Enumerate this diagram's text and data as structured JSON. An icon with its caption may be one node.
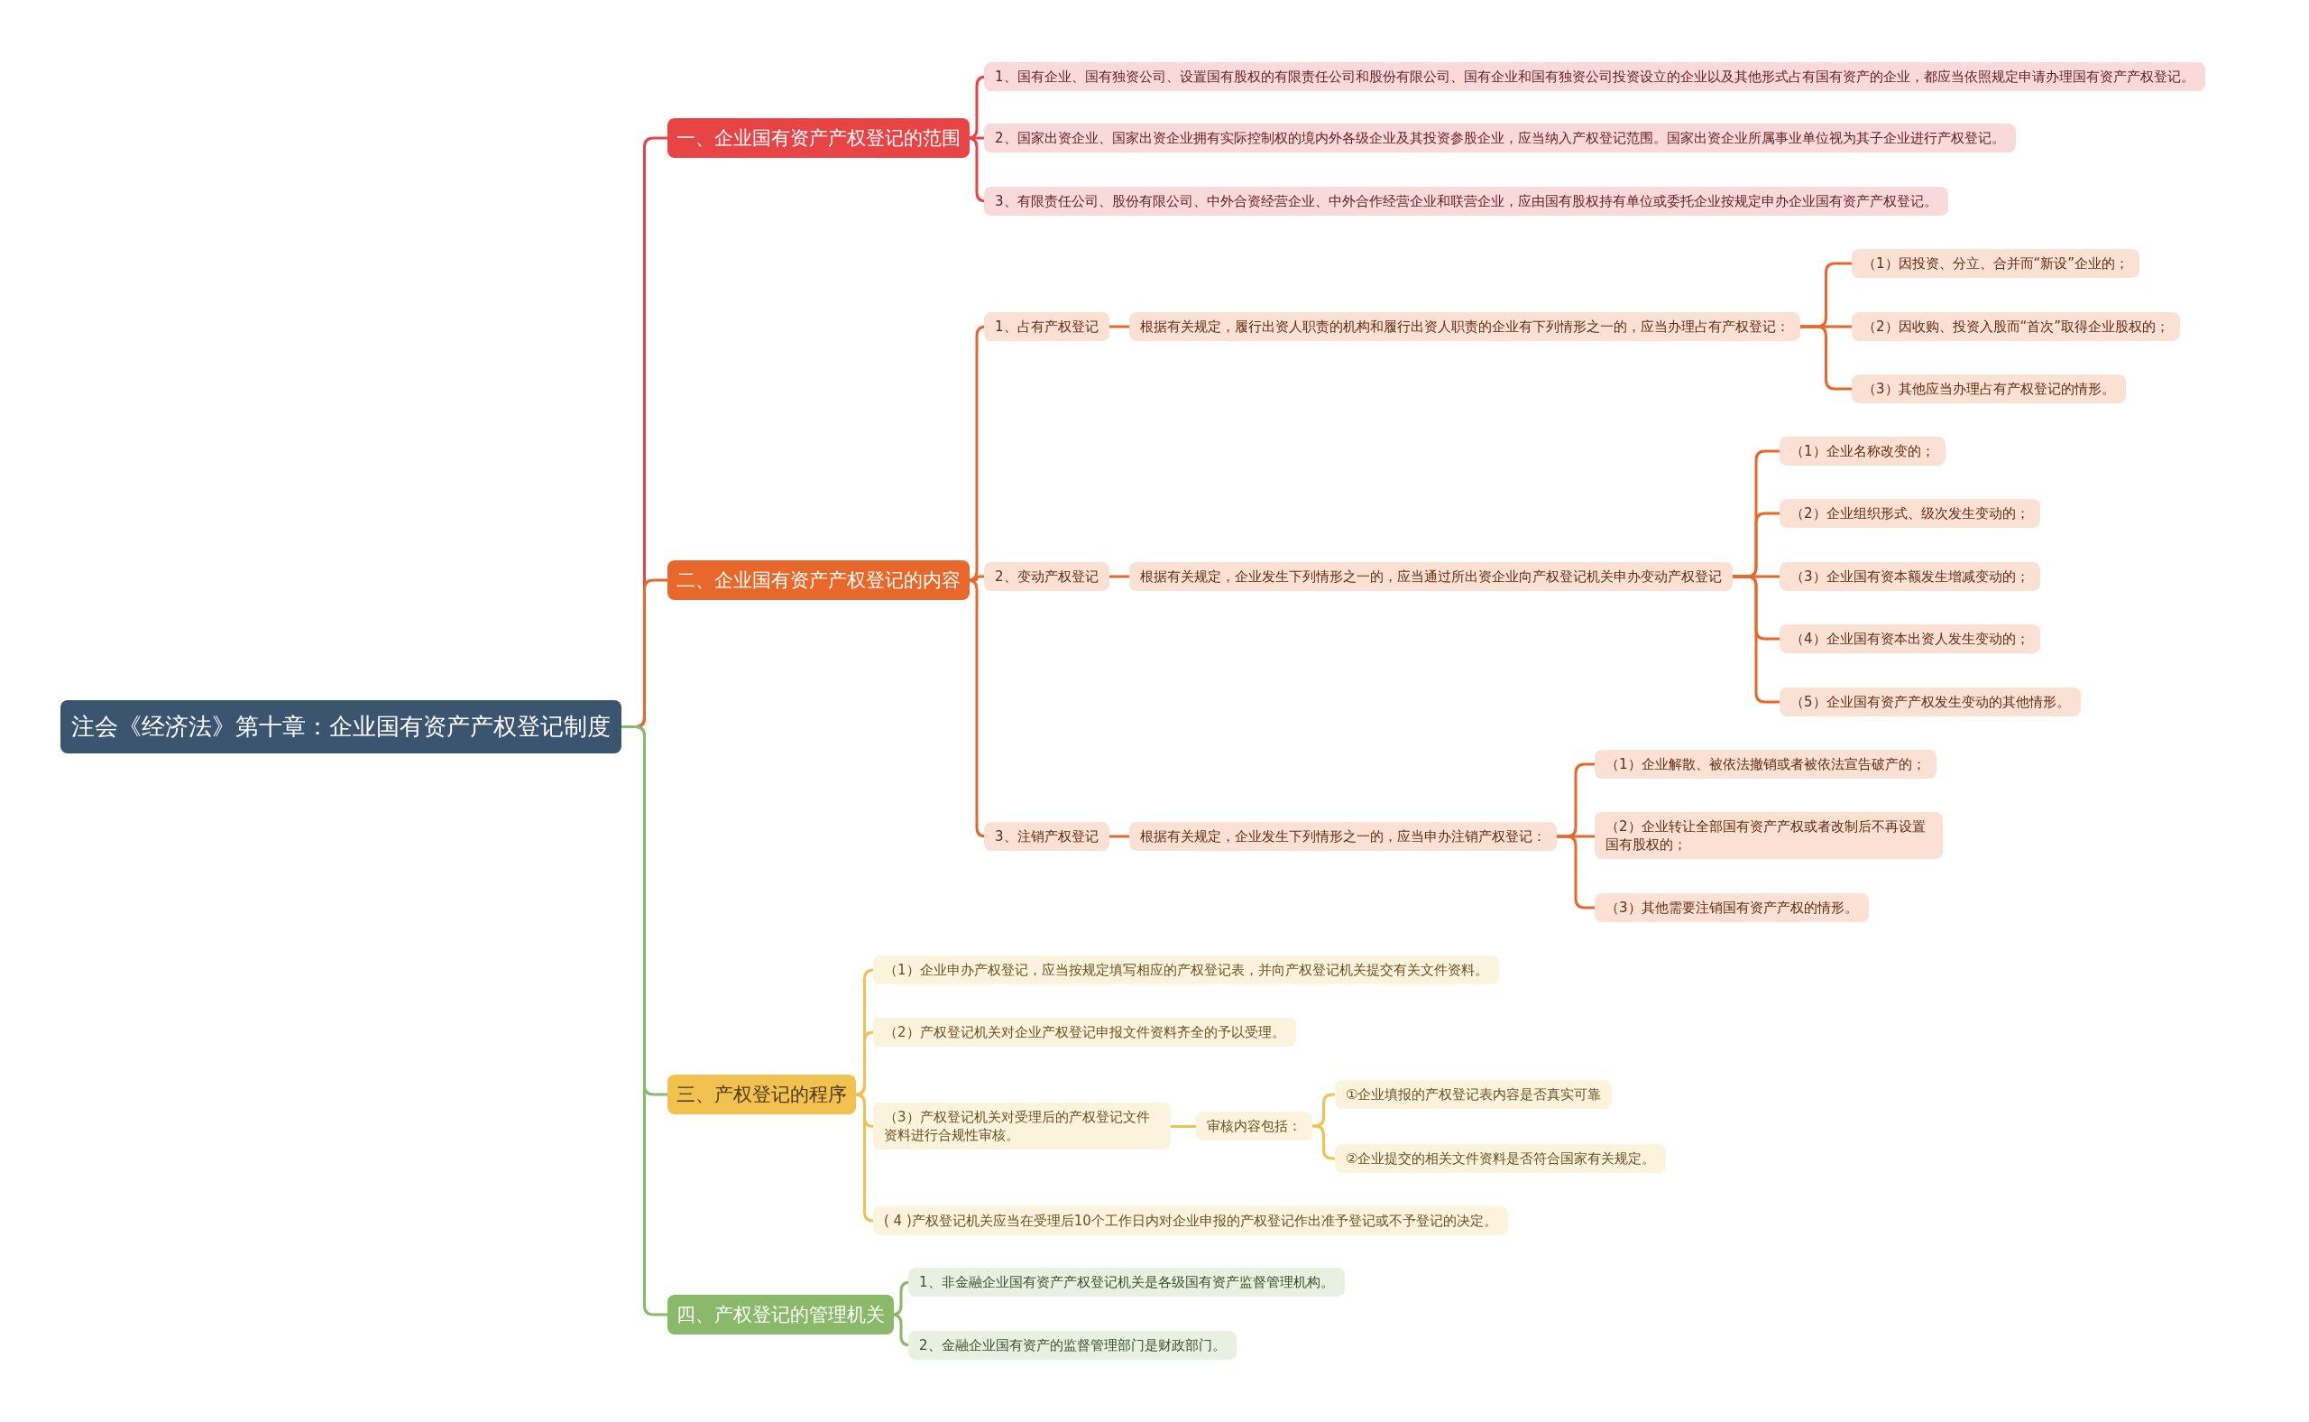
{
  "diagram": {
    "nodes": [
      {
        "text": [
          "注会《经济法》第十章：企业国有资产产权登记制度"
        ]
      },
      {
        "text": [
          "一、企业国有资产产权登记的范围"
        ]
      },
      {
        "text": [
          "1、国有企业、国有独资公司、设置国有股权的有限责任公司和股份有限公司、国有企业和国有独资公司投资设立的企业以及其他形式占有国有资产的企业，都应当依照规定申请办理国有资产产权登记。"
        ]
      },
      {
        "text": [
          "2、国家出资企业、国家出资企业拥有实际控制权的境内外各级企业及其投资参股企业，应当纳入产权登记范围。国家出资企业所属事业单位视为其子企业进行产权登记。"
        ]
      },
      {
        "text": [
          "3、有限责任公司、股份有限公司、中外合资经营企业、中外合作经营企业和联营企业，应由国有股权持有单位或委托企业按规定申办企业国有资产产权登记。"
        ]
      },
      {
        "text": [
          "二、企业国有资产产权登记的内容"
        ]
      },
      {
        "text": [
          "1、占有产权登记"
        ]
      },
      {
        "text": [
          "根据有关规定，履行出资人职责的机构和履行出资人职责的企业有下列情形之一的，应当办理占有产权登记："
        ]
      },
      {
        "text": [
          "（1）因投资、分立、合并而“新设”企业的；"
        ]
      },
      {
        "text": [
          "（2）因收购、投资入股而“首次”取得企业股权的；"
        ]
      },
      {
        "text": [
          "（3）其他应当办理占有产权登记的情形。"
        ]
      },
      {
        "text": [
          "2、变动产权登记"
        ]
      },
      {
        "text": [
          "根据有关规定，企业发生下列情形之一的，应当通过所出资企业向产权登记机关申办变动产权登记"
        ]
      },
      {
        "text": [
          "（1）企业名称改变的；"
        ]
      },
      {
        "text": [
          "（2）企业组织形式、级次发生变动的；"
        ]
      },
      {
        "text": [
          "（3）企业国有资本额发生增减变动的；"
        ]
      },
      {
        "text": [
          "（4）企业国有资本出资人发生变动的；"
        ]
      },
      {
        "text": [
          "（5）企业国有资产产权发生变动的其他情形。"
        ]
      },
      {
        "text": [
          "3、注销产权登记"
        ]
      },
      {
        "text": [
          "根据有关规定，企业发生下列情形之一的，应当申办注销产权登记："
        ]
      },
      {
        "text": [
          "（1）企业解散、被依法撤销或者被依法宣告破产的；"
        ]
      },
      {
        "text": [
          "（2）企业转让全部国有资产产权或者改制后不再设置国有股权的；"
        ]
      },
      {
        "text": [
          "（3）其他需要注销国有资产产权的情形。"
        ]
      },
      {
        "text": [
          "三、产权登记的程序"
        ]
      },
      {
        "text": [
          "（1）企业申办产权登记，应当按规定填写相应的产权登记表，并向产权登记机关提交有关文件资料。"
        ]
      },
      {
        "text": [
          "（2）产权登记机关对企业产权登记申报文件资料齐全的予以受理。"
        ]
      },
      {
        "text": [
          "（3）产权登记机关对受理后的产权登记文件资料进行合规性审核。"
        ]
      },
      {
        "text": [
          "审核内容包括："
        ]
      },
      {
        "text": [
          "①企业填报的产权登记表内容是否真实可靠"
        ]
      },
      {
        "text": [
          "②企业提交的相关文件资料是否符合国家有关规定。"
        ]
      },
      {
        "text": [
          "( 4 )产权登记机关应当在受理后10个工作日内对企业申报的产权登记作出准予登记或不予登记的决定。"
        ]
      },
      {
        "text": [
          "四、产权登记的管理机关"
        ]
      },
      {
        "text": [
          "1、非金融企业国有资产产权登记机关是各级国有资产监督管理机构。"
        ]
      },
      {
        "text": [
          "2、金融企业国有资产的监督管理部门是财政部门。"
        ]
      }
    ],
    "edges": [
      {
        "from": 0,
        "to": 1,
        "arrow": "none",
        "color": "#e84345"
      },
      {
        "from": 1,
        "to": 2,
        "arrow": "none",
        "color": "#e84345"
      },
      {
        "from": 1,
        "to": 3,
        "arrow": "none",
        "color": "#e84345"
      },
      {
        "from": 1,
        "to": 4,
        "arrow": "none",
        "color": "#e84345"
      },
      {
        "from": 0,
        "to": 5,
        "arrow": "none"
      },
      {
        "from": 5,
        "to": 6,
        "arrow": "none"
      },
      {
        "from": 6,
        "to": 7,
        "arrow": "none"
      },
      {
        "from": 7,
        "to": 8,
        "arrow": "none"
      },
      {
        "from": 7,
        "to": 9,
        "arrow": "none"
      },
      {
        "from": 7,
        "to": 10,
        "arrow": "none"
      },
      {
        "from": 5,
        "to": 11,
        "arrow": "none"
      },
      {
        "from": 11,
        "to": 12,
        "arrow": "none"
      },
      {
        "from": 12,
        "to": 13,
        "arrow": "none"
      },
      {
        "from": 12,
        "to": 14,
        "arrow": "none"
      },
      {
        "from": 12,
        "to": 15,
        "arrow": "none"
      },
      {
        "from": 12,
        "to": 16,
        "arrow": "none"
      },
      {
        "from": 12,
        "to": 17,
        "arrow": "none"
      },
      {
        "from": 5,
        "to": 18,
        "arrow": "none"
      },
      {
        "from": 18,
        "to": 19,
        "arrow": "none"
      },
      {
        "from": 19,
        "to": 20,
        "arrow": "none"
      },
      {
        "from": 19,
        "to": 21,
        "arrow": "none"
      },
      {
        "from": 19,
        "to": 22,
        "arrow": "none"
      },
      {
        "from": 0,
        "to": 23,
        "arrow": "none",
        "color": "#8aba69"
      },
      {
        "from": 23,
        "to": 24,
        "arrow": "none",
        "color": "#f2c14e"
      },
      {
        "from": 23,
        "to": 25,
        "arrow": "none",
        "color": "#f2c14e"
      },
      {
        "from": 23,
        "to": 26,
        "arrow": "none",
        "color": "#f2c14e"
      },
      {
        "from": 26,
        "to": 27,
        "arrow": "none",
        "color": "#f2c14e"
      },
      {
        "from": 27,
        "to": 28,
        "arrow": "none",
        "color": "#f2c14e"
      },
      {
        "from": 27,
        "to": 29,
        "arrow": "none",
        "color": "#f2c14e"
      },
      {
        "from": 23,
        "to": 30,
        "arrow": "none",
        "color": "#f2c14e"
      },
      {
        "from": 0,
        "to": 31,
        "arrow": "none",
        "color": "#8aba69"
      },
      {
        "from": 31,
        "to": 32,
        "arrow": "none",
        "color": "#8aba69"
      },
      {
        "from": 31,
        "to": 33,
        "arrow": "none",
        "color": "#8aba69"
      }
    ]
  }
}
